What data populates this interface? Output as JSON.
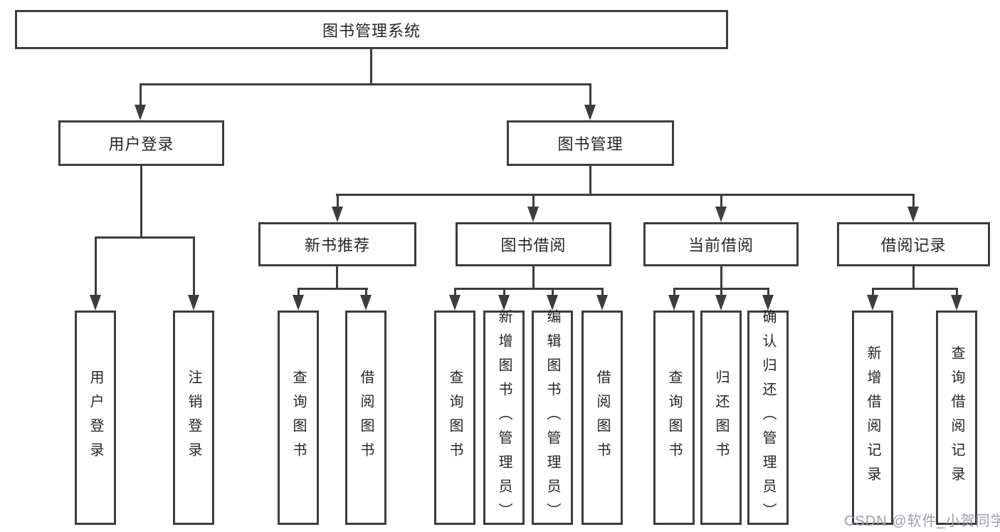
{
  "diagram": {
    "root": {
      "label": "图书管理系统"
    },
    "branches": [
      {
        "label": "用户登录",
        "children": [
          {
            "label": "用户登录"
          },
          {
            "label": "注销登录"
          }
        ]
      },
      {
        "label": "图书管理",
        "children": [
          {
            "label": "新书推荐",
            "children": [
              {
                "label": "查询图书"
              },
              {
                "label": "借阅图书"
              }
            ]
          },
          {
            "label": "图书借阅",
            "children": [
              {
                "label": "查询图书"
              },
              {
                "label": "新增图书（管理员）"
              },
              {
                "label": "编辑图书（管理员）"
              },
              {
                "label": "借阅图书"
              }
            ]
          },
          {
            "label": "当前借阅",
            "children": [
              {
                "label": "查询图书"
              },
              {
                "label": "归还图书"
              },
              {
                "label": "确认归还（管理员）"
              }
            ]
          },
          {
            "label": "借阅记录",
            "children": [
              {
                "label": "新增借阅记录"
              },
              {
                "label": "查询借阅记录"
              }
            ]
          }
        ]
      }
    ]
  },
  "watermark": {
    "text": "CSDN @软件_小贺同学"
  },
  "colors": {
    "line": "#3d3d3d",
    "text": "#262626",
    "watermark": "#9a9ea8",
    "bg": "#ffffff"
  }
}
